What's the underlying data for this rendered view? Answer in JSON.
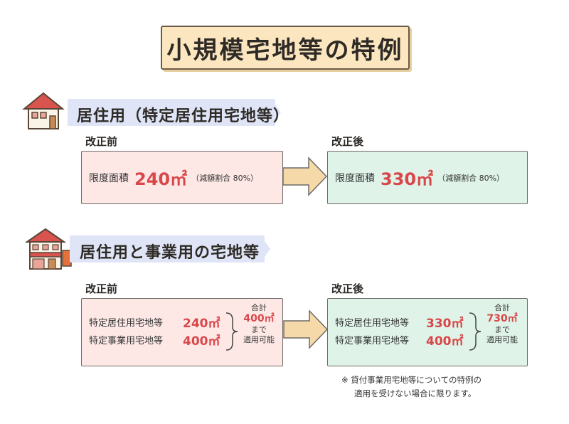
{
  "title": "小規模宅地等の特例",
  "section1": {
    "heading": "居住用（特定居住用宅地等）",
    "before": {
      "label": "改正前",
      "limit_label": "限度面積",
      "limit_value": "240㎡",
      "limit_note": "（減額割合 80%）"
    },
    "after": {
      "label": "改正後",
      "limit_label": "限度面積",
      "limit_value": "330㎡",
      "limit_note": "（減額割合 80%）"
    }
  },
  "section2": {
    "heading": "居住用と事業用の宅地等",
    "before": {
      "label": "改正前",
      "row1_label": "特定居住用宅地等",
      "row1_value": "240㎡",
      "row2_label": "特定事業用宅地等",
      "row2_value": "400㎡",
      "total_label": "合計",
      "total_value": "400㎡",
      "total_suffix1": "まで",
      "total_suffix2": "適用可能"
    },
    "after": {
      "label": "改正後",
      "row1_label": "特定居住用宅地等",
      "row1_value": "330㎡",
      "row2_label": "特定事業用宅地等",
      "row2_value": "400㎡",
      "total_label": "合計",
      "total_value": "730㎡",
      "total_suffix1": "まで",
      "total_suffix2": "適用可能"
    }
  },
  "note": {
    "line1": "※ 貸付事業用宅地等についての特例の",
    "line2": "適用を受けない場合に限ります。"
  },
  "colors": {
    "title_bg": "#fbe6bf",
    "ribbon_bg": "#dfe5f7",
    "before_bg": "#fde8e6",
    "after_bg": "#dff3e8",
    "arrow": "#f5d9a8",
    "value_red": "#d9474a"
  }
}
